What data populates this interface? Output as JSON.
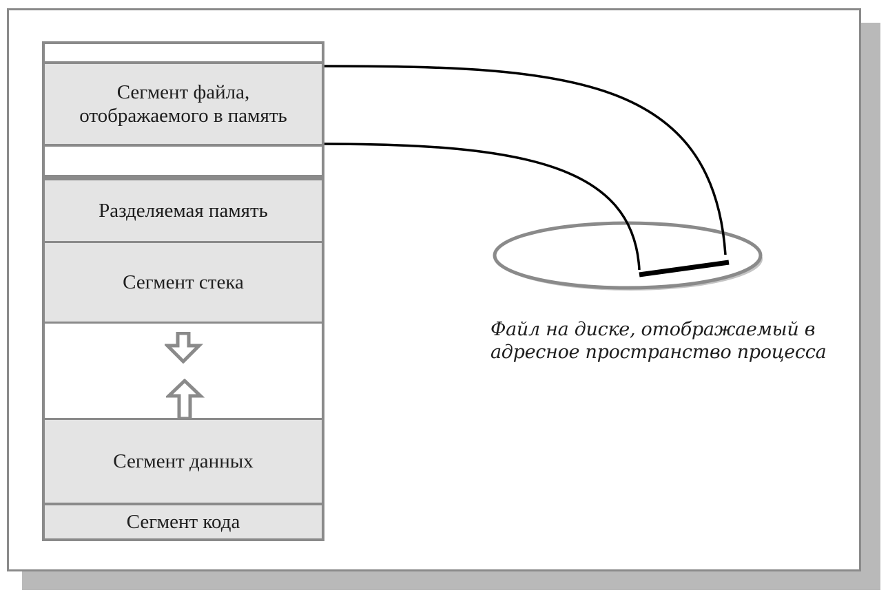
{
  "memory_layout": {
    "segments": {
      "mapped_file": [
        "Сегмент файла,",
        "отображаемого в память"
      ],
      "shared_memory": "Разделяемая память",
      "stack": "Сегмент стека",
      "data": "Сегмент данных",
      "code": "Сегмент кода"
    }
  },
  "disk_file": {
    "caption": [
      "Файл на диске, отображаемый в",
      "адресное пространство процесса"
    ]
  }
}
